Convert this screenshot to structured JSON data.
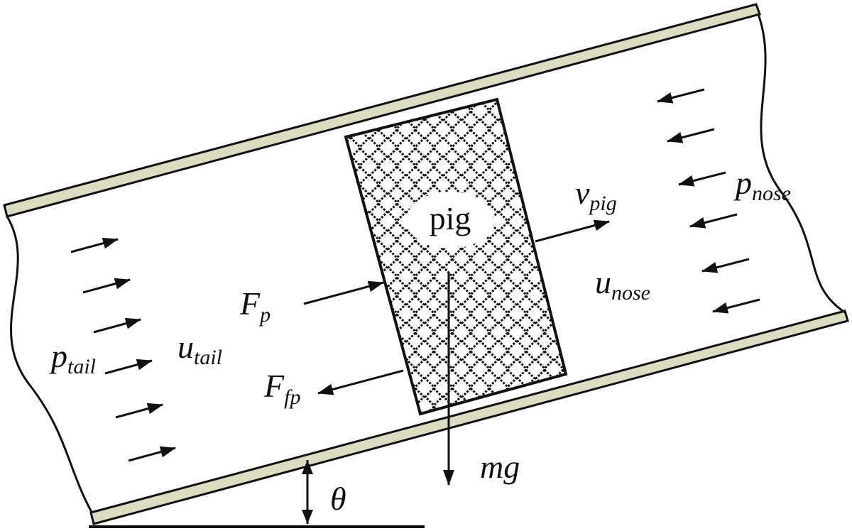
{
  "colors": {
    "pipe_wall_fill": "#dcdcc3",
    "stroke": "#111111",
    "background": "#ffffff"
  },
  "labels": {
    "pig": "pig",
    "v_pig": {
      "main": "v",
      "sub": "pig"
    },
    "p_nose": {
      "main": "p",
      "sub": "nose"
    },
    "u_nose": {
      "main": "u",
      "sub": "nose"
    },
    "p_tail": {
      "main": "p",
      "sub": "tail"
    },
    "u_tail": {
      "main": "u",
      "sub": "tail"
    },
    "F_p": {
      "main": "F",
      "sub": "p"
    },
    "F_fp": {
      "main": "F",
      "sub": "fp"
    },
    "mg": "mg",
    "theta": "θ"
  }
}
